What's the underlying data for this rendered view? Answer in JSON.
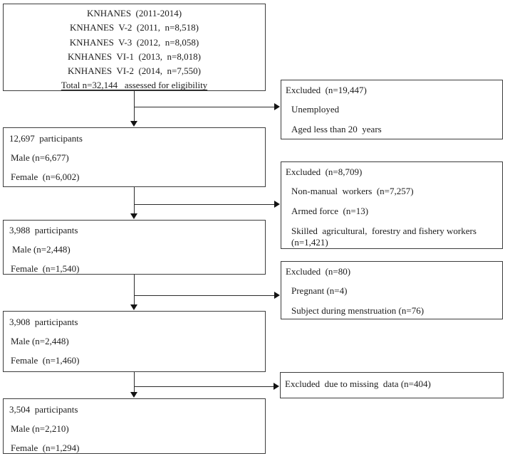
{
  "colors": {
    "box_border": "#3c3c3c",
    "connector_line": "#2b2b2b",
    "arrowhead": "#141414",
    "text": "#1c1c1c",
    "background": "#ffffff"
  },
  "flowchart": {
    "source_box": {
      "lines": [
        "KNHANES  (2011-2014)",
        "KNHANES  V-2  (2011,  n=8,518)",
        "KNHANES  V-3  (2012,  n=8,058)",
        "KNHANES  VI-1  (2013,  n=8,018)",
        "KNHANES  VI-2  (2014,  n=7,550)"
      ],
      "total_line": "Total n=32,144   assessed for eligibility"
    },
    "participant_boxes": [
      {
        "total": "12,697  participants",
        "male": "Male (n=6,677)",
        "female": "Female  (n=6,002)"
      },
      {
        "total": "3,988  participants",
        "male": "Male (n=2,448)",
        "female": "Female  (n=1,540)"
      },
      {
        "total": "3,908  participants",
        "male": "Male (n=2,448)",
        "female": "Female  (n=1,460)"
      },
      {
        "total": "3,504  participants",
        "male": "Male (n=2,210)",
        "female": "Female  (n=1,294)"
      }
    ],
    "excluded_boxes": [
      {
        "header": "Excluded  (n=19,447)",
        "items": [
          "Unemployed",
          "Aged less than 20  years"
        ]
      },
      {
        "header": "Excluded  (n=8,709)",
        "items": [
          "Non-manual  workers  (n=7,257)",
          "Armed force  (n=13)",
          "Skilled  agricultural,  forestry and fishery workers  (n=1,​421)"
        ]
      },
      {
        "header": "Excluded  (n=80)",
        "items": [
          "Pregnant (n=4)",
          "Subject during menstruation (n=76)"
        ]
      },
      {
        "header": "Excluded  due to missing  data (n=404)",
        "items": []
      }
    ]
  }
}
